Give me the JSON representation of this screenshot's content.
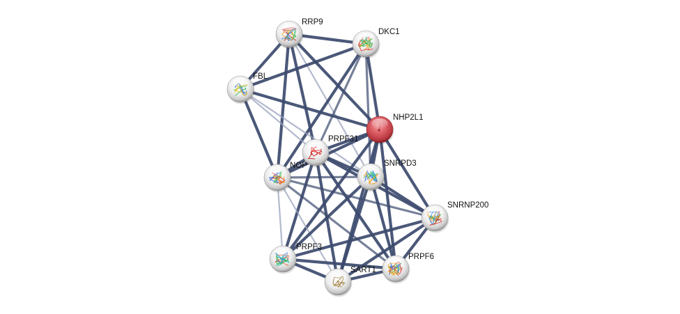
{
  "diagram": {
    "type": "protein-interaction-network",
    "query_node": "NHP2L1",
    "colors": {
      "edge": "#3c4a6e",
      "edge_light": "#9aa3bd",
      "query_node": "#d9535b",
      "neighbor_node": "#e8e8e8",
      "label": "#111111"
    },
    "nodes": [
      {
        "id": "RRP9",
        "label": "RRP9",
        "query": false,
        "structure_colors": [
          "#e03c3c",
          "#3c7be0",
          "#f0a020",
          "#40c060"
        ]
      },
      {
        "id": "DKC1",
        "label": "DKC1",
        "query": false,
        "structure_colors": [
          "#f0a020",
          "#20c0a0",
          "#e04040",
          "#40b040"
        ]
      },
      {
        "id": "FBL",
        "label": "FBL",
        "query": false,
        "structure_colors": [
          "#40c060",
          "#3070e0",
          "#f0c020"
        ]
      },
      {
        "id": "NHP2L1",
        "label": "NHP2L1",
        "query": true,
        "structure_colors": [
          "#a02030"
        ]
      },
      {
        "id": "PRPF31",
        "label": "PRPF31",
        "query": false,
        "structure_colors": [
          "#e03030",
          "#c02020"
        ]
      },
      {
        "id": "NOP",
        "label": "NOP",
        "query": false,
        "structure_colors": [
          "#40c040",
          "#3070e0",
          "#f0a020",
          "#e04040"
        ]
      },
      {
        "id": "SNRPD3",
        "label": "SNRPD3",
        "query": false,
        "structure_colors": [
          "#3060e0",
          "#f0a020",
          "#40c060",
          "#20c0c0"
        ]
      },
      {
        "id": "SNRNP200",
        "label": "SNRNP200",
        "query": false,
        "structure_colors": [
          "#40c060",
          "#3080e0",
          "#f0a020",
          "#e04040"
        ]
      },
      {
        "id": "PRPF3",
        "label": "PRPF3",
        "query": false,
        "structure_colors": [
          "#e06030",
          "#3080e0",
          "#40c060",
          "#20c0a0"
        ]
      },
      {
        "id": "SART1",
        "label": "SART1",
        "query": false,
        "structure_colors": [
          "#a08040"
        ]
      },
      {
        "id": "PRPF6",
        "label": "PRPF6",
        "query": false,
        "structure_colors": [
          "#40c040",
          "#3060e0",
          "#e04040",
          "#f0a020"
        ]
      }
    ],
    "edges": [
      {
        "source": "RRP9",
        "target": "DKC1",
        "strength": "strong"
      },
      {
        "source": "RRP9",
        "target": "FBL",
        "strength": "strong"
      },
      {
        "source": "RRP9",
        "target": "NOP",
        "strength": "strong"
      },
      {
        "source": "RRP9",
        "target": "PRPF31",
        "strength": "strong"
      },
      {
        "source": "RRP9",
        "target": "NHP2L1",
        "strength": "strong"
      },
      {
        "source": "RRP9",
        "target": "SNRPD3",
        "strength": "weak"
      },
      {
        "source": "DKC1",
        "target": "FBL",
        "strength": "strong"
      },
      {
        "source": "DKC1",
        "target": "NHP2L1",
        "strength": "strong"
      },
      {
        "source": "DKC1",
        "target": "NOP",
        "strength": "strong"
      },
      {
        "source": "DKC1",
        "target": "PRPF31",
        "strength": "medium"
      },
      {
        "source": "DKC1",
        "target": "SNRPD3",
        "strength": "medium"
      },
      {
        "source": "FBL",
        "target": "NHP2L1",
        "strength": "strong"
      },
      {
        "source": "FBL",
        "target": "NOP",
        "strength": "strong"
      },
      {
        "source": "FBL",
        "target": "PRPF31",
        "strength": "weak"
      },
      {
        "source": "FBL",
        "target": "SNRPD3",
        "strength": "weak"
      },
      {
        "source": "NHP2L1",
        "target": "PRPF31",
        "strength": "strong"
      },
      {
        "source": "NHP2L1",
        "target": "NOP",
        "strength": "strong"
      },
      {
        "source": "NHP2L1",
        "target": "SNRPD3",
        "strength": "strong"
      },
      {
        "source": "NHP2L1",
        "target": "SNRNP200",
        "strength": "strong"
      },
      {
        "source": "NHP2L1",
        "target": "PRPF3",
        "strength": "strong"
      },
      {
        "source": "NHP2L1",
        "target": "SART1",
        "strength": "strong"
      },
      {
        "source": "NHP2L1",
        "target": "PRPF6",
        "strength": "strong"
      },
      {
        "source": "PRPF31",
        "target": "NOP",
        "strength": "strong"
      },
      {
        "source": "PRPF31",
        "target": "SNRPD3",
        "strength": "strong"
      },
      {
        "source": "PRPF31",
        "target": "SNRNP200",
        "strength": "strong"
      },
      {
        "source": "PRPF31",
        "target": "PRPF3",
        "strength": "strong"
      },
      {
        "source": "PRPF31",
        "target": "SART1",
        "strength": "strong"
      },
      {
        "source": "PRPF31",
        "target": "PRPF6",
        "strength": "strong"
      },
      {
        "source": "NOP",
        "target": "SNRPD3",
        "strength": "medium"
      },
      {
        "source": "NOP",
        "target": "SNRNP200",
        "strength": "medium"
      },
      {
        "source": "NOP",
        "target": "PRPF3",
        "strength": "weak"
      },
      {
        "source": "NOP",
        "target": "SART1",
        "strength": "weak"
      },
      {
        "source": "NOP",
        "target": "PRPF6",
        "strength": "medium"
      },
      {
        "source": "SNRPD3",
        "target": "SNRNP200",
        "strength": "strong"
      },
      {
        "source": "SNRPD3",
        "target": "PRPF3",
        "strength": "strong"
      },
      {
        "source": "SNRPD3",
        "target": "SART1",
        "strength": "strong"
      },
      {
        "source": "SNRPD3",
        "target": "PRPF6",
        "strength": "strong"
      },
      {
        "source": "SNRNP200",
        "target": "PRPF3",
        "strength": "strong"
      },
      {
        "source": "SNRNP200",
        "target": "SART1",
        "strength": "strong"
      },
      {
        "source": "SNRNP200",
        "target": "PRPF6",
        "strength": "strong"
      },
      {
        "source": "PRPF3",
        "target": "SART1",
        "strength": "strong"
      },
      {
        "source": "PRPF3",
        "target": "PRPF6",
        "strength": "strong"
      },
      {
        "source": "SART1",
        "target": "PRPF6",
        "strength": "strong"
      }
    ]
  }
}
